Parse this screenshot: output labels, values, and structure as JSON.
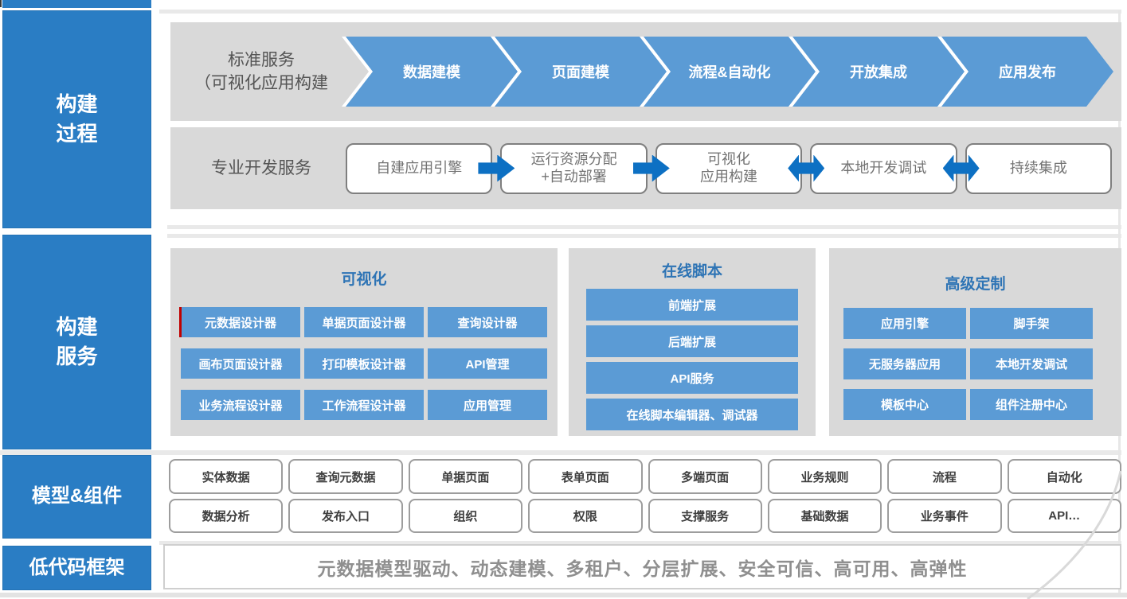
{
  "sidebar": {
    "blocks": [
      {
        "lines": [
          "构建",
          "过程"
        ]
      },
      {
        "lines": [
          "构建",
          "服务"
        ]
      },
      {
        "lines": [
          "模型&组件"
        ]
      },
      {
        "lines": [
          "低代码框架"
        ]
      }
    ]
  },
  "build_process": {
    "standard": {
      "label_lines": [
        "标准服务",
        "（可视化应用构建"
      ],
      "steps": [
        "数据建模",
        "页面建模",
        "流程&自动化",
        "开放集成",
        "应用发布"
      ]
    },
    "professional": {
      "label": "专业开发服务",
      "steps": [
        [
          "自建应用引擎"
        ],
        [
          "运行资源分配",
          "+自动部署"
        ],
        [
          "可视化",
          "应用构建"
        ],
        [
          "本地开发调试"
        ],
        [
          "持续集成"
        ]
      ],
      "connectors": [
        "arrow-right",
        "arrow-right",
        "arrow-both",
        "arrow-both"
      ]
    }
  },
  "build_services": {
    "panels": [
      {
        "title": "可视化",
        "items": [
          "元数据设计器",
          "单据页面设计器",
          "查询设计器",
          "画布页面设计器",
          "打印模板设计器",
          "API管理",
          "业务流程设计器",
          "工作流程设计器",
          "应用管理"
        ]
      },
      {
        "title": "在线脚本",
        "items": [
          "前端扩展",
          "后端扩展",
          "API服务",
          "在线脚本编辑器、调试器"
        ]
      },
      {
        "title": "高级定制",
        "items": [
          "应用引擎",
          "脚手架",
          "无服务器应用",
          "本地开发调试",
          "模板中心",
          "组件注册中心"
        ]
      }
    ]
  },
  "models_components": {
    "row1": [
      "实体数据",
      "查询元数据",
      "单据页面",
      "表单页面",
      "多端页面",
      "业务规则",
      "流程",
      "自动化"
    ],
    "row2": [
      "数据分析",
      "发布入口",
      "组织",
      "权限",
      "支撑服务",
      "基础数据",
      "业务事件",
      "API…"
    ]
  },
  "lowcode_framework": {
    "description": "元数据模型驱动、动态建模、多租户、分层扩展、安全可信、高可用、高弹性"
  },
  "colors": {
    "sidebar_blue": "#2a7dc4",
    "chevron_blue": "#5b9bd5",
    "button_blue": "#5b9bd5",
    "arrow_blue": "#0d70c3",
    "panel_grey": "#d9d9d9",
    "title_blue": "#2e74b5",
    "accent_red": "#c00000"
  }
}
